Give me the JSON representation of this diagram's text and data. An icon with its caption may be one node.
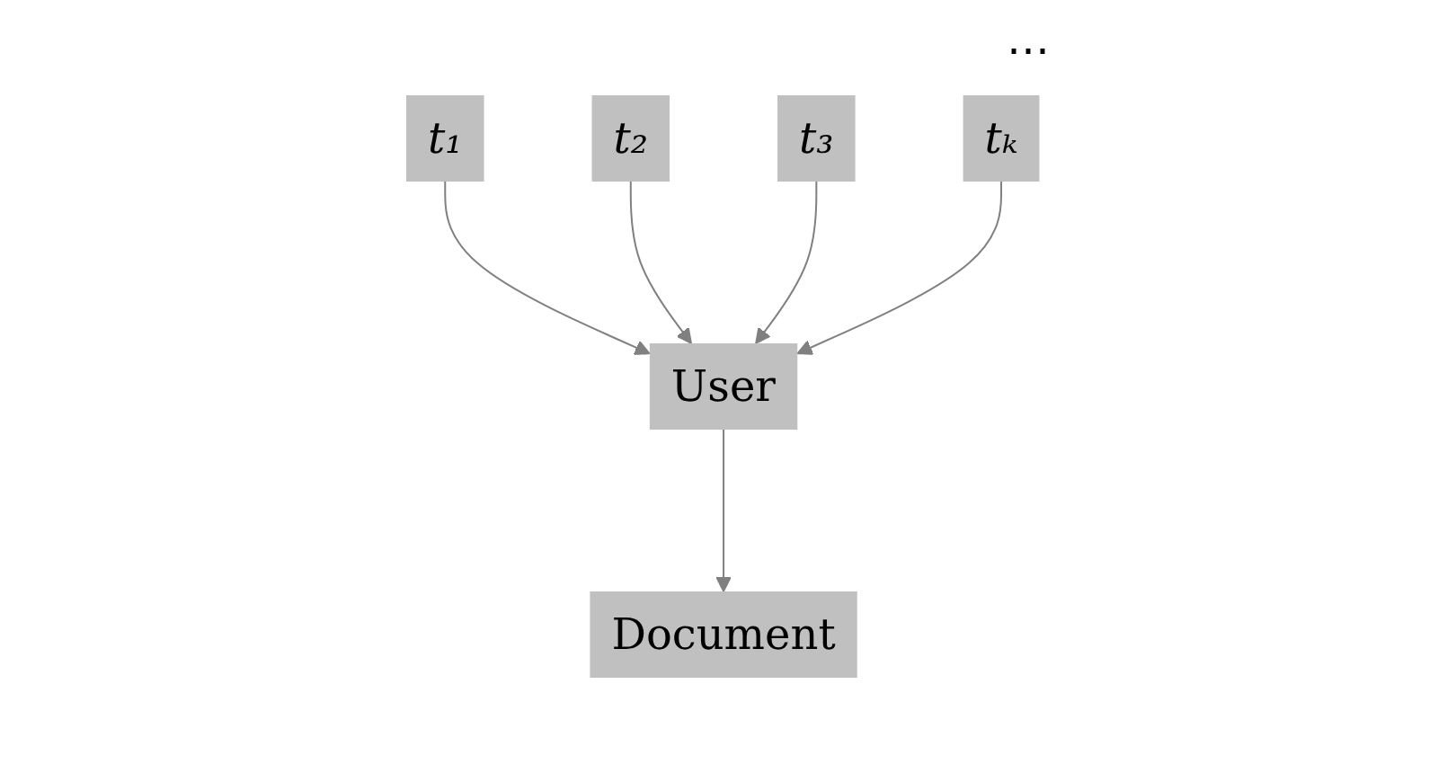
{
  "diagram": {
    "nodes": [
      {
        "text": [
          "t₁"
        ]
      },
      {
        "text": [
          "t₂"
        ]
      },
      {
        "text": [
          "t₃"
        ]
      },
      {
        "text": [
          "tₖ"
        ]
      },
      {
        "text": [
          "User"
        ]
      },
      {
        "text": [
          "Document"
        ]
      }
    ],
    "edges": [
      {
        "from": 0,
        "to": 4,
        "arrow": "to"
      },
      {
        "from": 1,
        "to": 4,
        "arrow": "to"
      },
      {
        "from": 2,
        "to": 4,
        "arrow": "to"
      },
      {
        "from": 3,
        "to": 4,
        "arrow": "to"
      },
      {
        "from": 4,
        "to": 5,
        "arrow": "to"
      }
    ],
    "labels": [
      "⋯"
    ]
  }
}
